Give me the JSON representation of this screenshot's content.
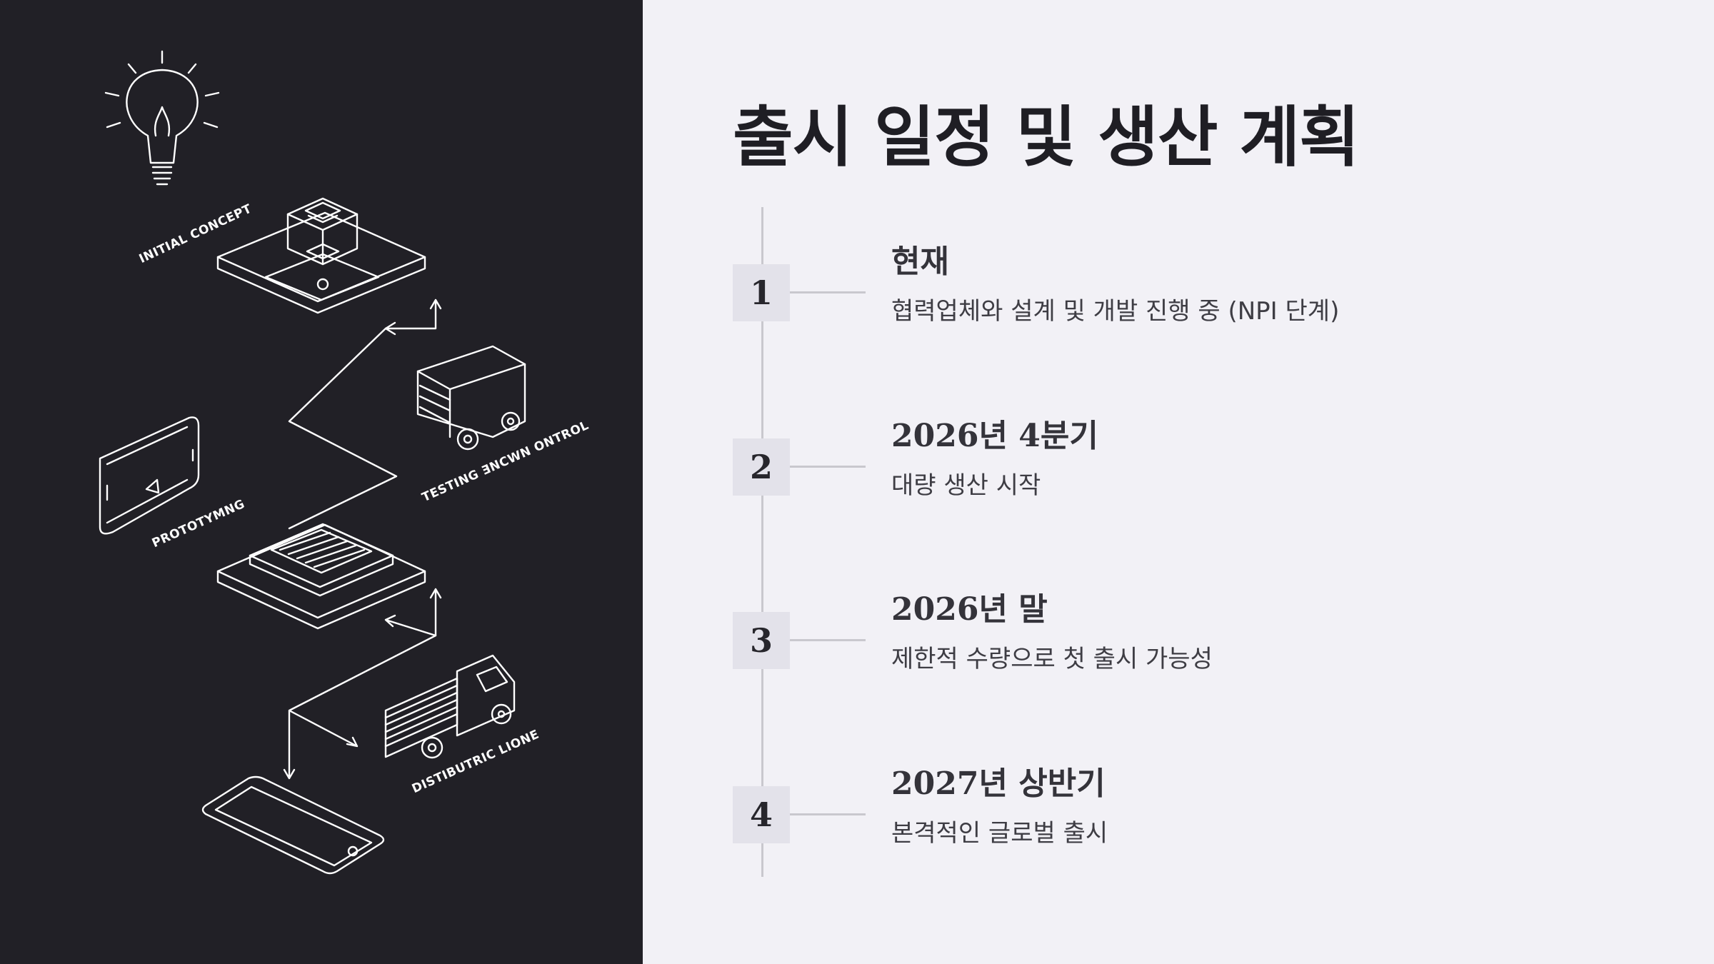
{
  "title": "출시 일정 및 생산 계획",
  "illustration": {
    "labels": {
      "initial_concept": "INITIAL CONCEPT",
      "prototyping": "PROTOTYMNG",
      "testing": "TESTING ƎNCWN ONTROL",
      "distribution": "DISTIBUTRIC LIONE"
    }
  },
  "timeline": [
    {
      "number": "1",
      "title": "현재",
      "description": "협력업체와 설계 및 개발 진행 중 (NPI 단계)"
    },
    {
      "number": "2",
      "title": "2026년 4분기",
      "description": "대량 생산 시작"
    },
    {
      "number": "3",
      "title": "2026년 말",
      "description": "제한적 수량으로 첫 출시 가능성"
    },
    {
      "number": "4",
      "title": "2027년 상반기",
      "description": "본격적인 글로벌 출시"
    }
  ],
  "colors": {
    "dark_panel": "#212026",
    "light_panel": "#f2f1f6",
    "badge_bg": "#e3e2ea",
    "line": "#c9c8ce",
    "title_text": "#1f1e24"
  }
}
